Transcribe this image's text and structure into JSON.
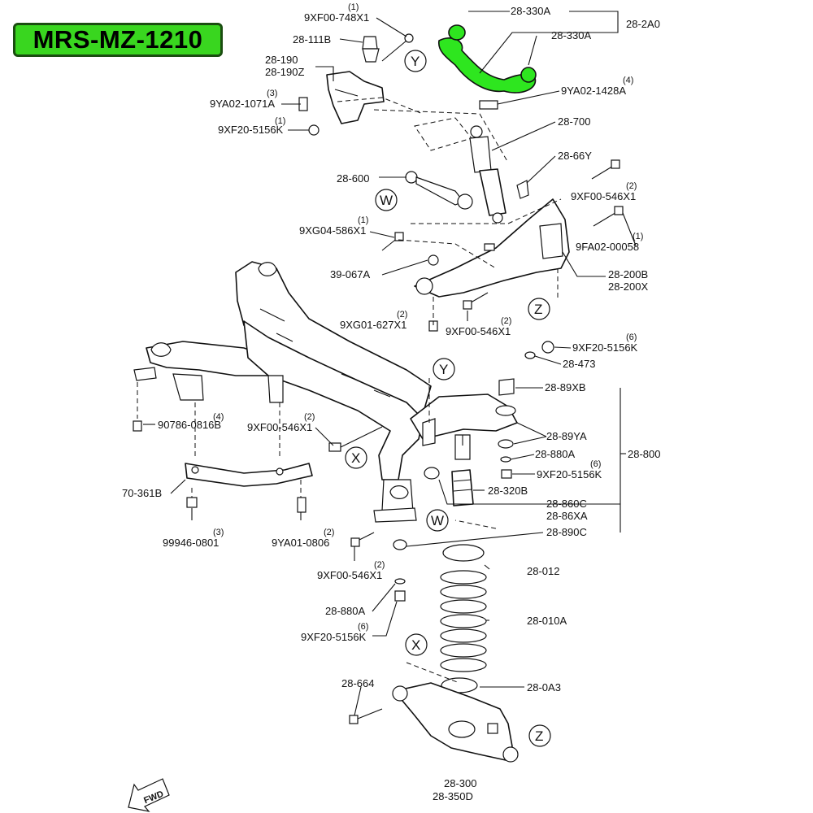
{
  "diagram": {
    "badge": "MRS-MZ-1210",
    "fwd": "FWD",
    "colors": {
      "highlight": "#2ee61f",
      "badge_bg": "#39d61f",
      "ink": "#111111"
    },
    "labels": {
      "l_9xf00_748x1": "9XF00-748X1",
      "q_9xf00_748x1": "(1)",
      "l_28_111b": "28-111B",
      "l_28_190": "28-190",
      "l_28_190z": "28-190Z",
      "l_9ya02_1071a": "9YA02-1071A",
      "q_9ya02_1071a": "(3)",
      "l_9xf20_5156k_a": "9XF20-5156K",
      "q_9xf20_5156k_a": "(1)",
      "l_28_330a_1": "28-330A",
      "l_28_330a_2": "28-330A",
      "l_28_2a0": "28-2A0",
      "l_9ya02_1428a": "9YA02-1428A",
      "q_9ya02_1428a": "(4)",
      "l_28_700": "28-700",
      "l_28_66y": "28-66Y",
      "l_28_600": "28-600",
      "l_9xf00_546x1_a": "9XF00-546X1",
      "q_9xf00_546x1_a": "(2)",
      "l_9xg04_586x1": "9XG04-586X1",
      "q_9xg04_586x1": "(1)",
      "l_9fa02_00058": "9FA02-00058",
      "q_9fa02_00058": "(1)",
      "l_39_067a": "39-067A",
      "l_28_200b": "28-200B",
      "l_28_200x": "28-200X",
      "l_9xg01_627x1": "9XG01-627X1",
      "q_9xg01_627x1": "(2)",
      "l_9xf00_546x1_b": "9XF00-546X1",
      "q_9xf00_546x1_b": "(2)",
      "l_9xf20_5156k_b": "9XF20-5156K",
      "q_9xf20_5156k_b": "(6)",
      "l_28_473": "28-473",
      "l_28_89xb": "28-89XB",
      "l_90786_0816b": "90786-0816B",
      "q_90786_0816b": "(4)",
      "l_9xf00_546x1_c": "9XF00-546X1",
      "q_9xf00_546x1_c": "(2)",
      "l_28_89ya": "28-89YA",
      "l_28_880a_a": "28-880A",
      "l_28_800": "28-800",
      "l_9xf20_5156k_c": "9XF20-5156K",
      "q_9xf20_5156k_c": "(6)",
      "l_70_361b": "70-361B",
      "l_28_320b": "28-320B",
      "l_28_860c": "28-860C",
      "l_28_86xa": "28-86XA",
      "l_28_890c": "28-890C",
      "l_99946_0801": "99946-0801",
      "q_99946_0801": "(3)",
      "l_9ya01_0806": "9YA01-0806",
      "q_9ya01_0806": "(2)",
      "l_28_012": "28-012",
      "l_9xf00_546x1_d": "9XF00-546X1",
      "q_9xf00_546x1_d": "(2)",
      "l_28_880a_b": "28-880A",
      "l_28_010a": "28-010A",
      "l_9xf20_5156k_d": "9XF20-5156K",
      "q_9xf20_5156k_d": "(6)",
      "l_28_664": "28-664",
      "l_28_0a3": "28-0A3",
      "l_28_300": "28-300",
      "l_28_350d": "28-350D"
    },
    "callouts": {
      "y1": "Y",
      "w1": "W",
      "z1": "Z",
      "y2": "Y",
      "x1": "X",
      "w2": "W",
      "x2": "X",
      "z2": "Z"
    }
  }
}
